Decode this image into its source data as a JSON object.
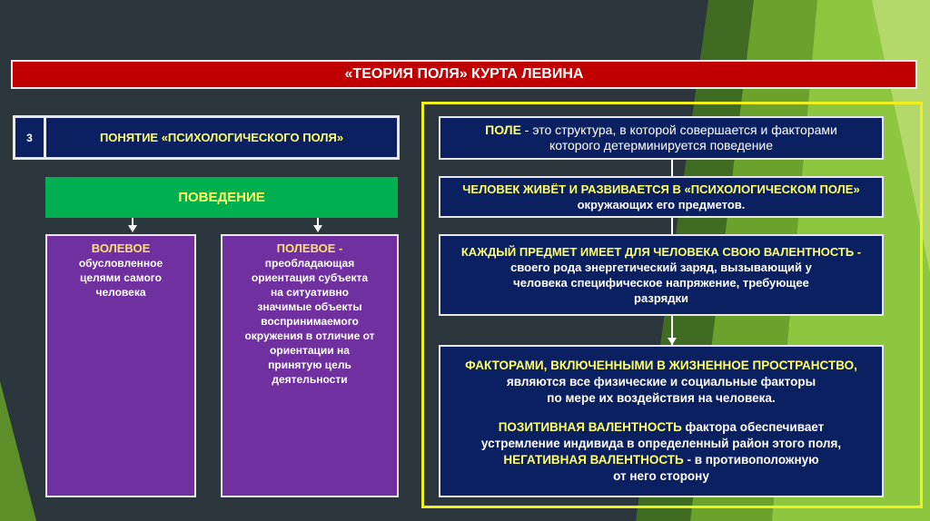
{
  "title": "«ТЕОРИЯ ПОЛЯ» КУРТА ЛЕВИНА",
  "concept": {
    "number": "3",
    "label": "ПОНЯТИЕ «ПСИХОЛОГИЧЕСКОГО ПОЛЯ»"
  },
  "behavior": "ПОВЕДЕНИЕ",
  "volitional": {
    "heading": "ВОЛЕВОЕ",
    "lines": [
      "обусловленное",
      "целями самого",
      "человека"
    ]
  },
  "field": {
    "heading": "ПОЛЕВОЕ -",
    "lines": [
      "преобладающая",
      "ориентация субъекта",
      "на ситуативно",
      "значимые объекты",
      "воспринимаемого",
      "окружения в отличие от",
      "ориентации на",
      "принятую цель",
      "деятельности"
    ]
  },
  "right": {
    "box1": {
      "key": "ПОЛЕ",
      "rest": " - это структура, в которой совершается и факторами",
      "line2": "которого детерминируется поведение"
    },
    "box2": {
      "key": "ЧЕЛОВЕК ЖИВЁТ И РАЗВИВАЕТСЯ В «ПСИХОЛОГИЧЕСКОМ ПОЛЕ»",
      "line2": "окружающих его предметов."
    },
    "box3": {
      "key": "КАЖДЫЙ ПРЕДМЕТ ИМЕЕТ ДЛЯ ЧЕЛОВЕКА СВОЮ ВАЛЕНТНОСТЬ -",
      "lines": [
        "своего рода энергетический заряд, вызывающий у",
        "человека специфическое напряжение, требующее",
        "разрядки"
      ]
    },
    "box4": {
      "key": "ФАКТОРАМИ, ВКЛЮЧЕННЫМИ В ЖИЗНЕННОЕ ПРОСТРАНСТВО,",
      "lines": [
        "являются все физические и социальные факторы",
        "по мере их воздействия на человека."
      ],
      "pos_key": "ПОЗИТИВНАЯ ВАЛЕНТНОСТЬ",
      "pos_rest": " фактора обеспечивает",
      "pos_line2": "устремление индивида в определенный район этого поля,",
      "neg_key": "НЕГАТИВНАЯ ВАЛЕНТНОСТЬ",
      "neg_rest": " - в противоположную",
      "neg_line2": "от него сторону"
    }
  },
  "colors": {
    "background": "#2b373c",
    "title_bar": "#c00000",
    "navy": "#0b2060",
    "green": "#00b050",
    "purple": "#7030a0",
    "yellow": "#ffff66",
    "accent_green": "#8dc63f"
  }
}
